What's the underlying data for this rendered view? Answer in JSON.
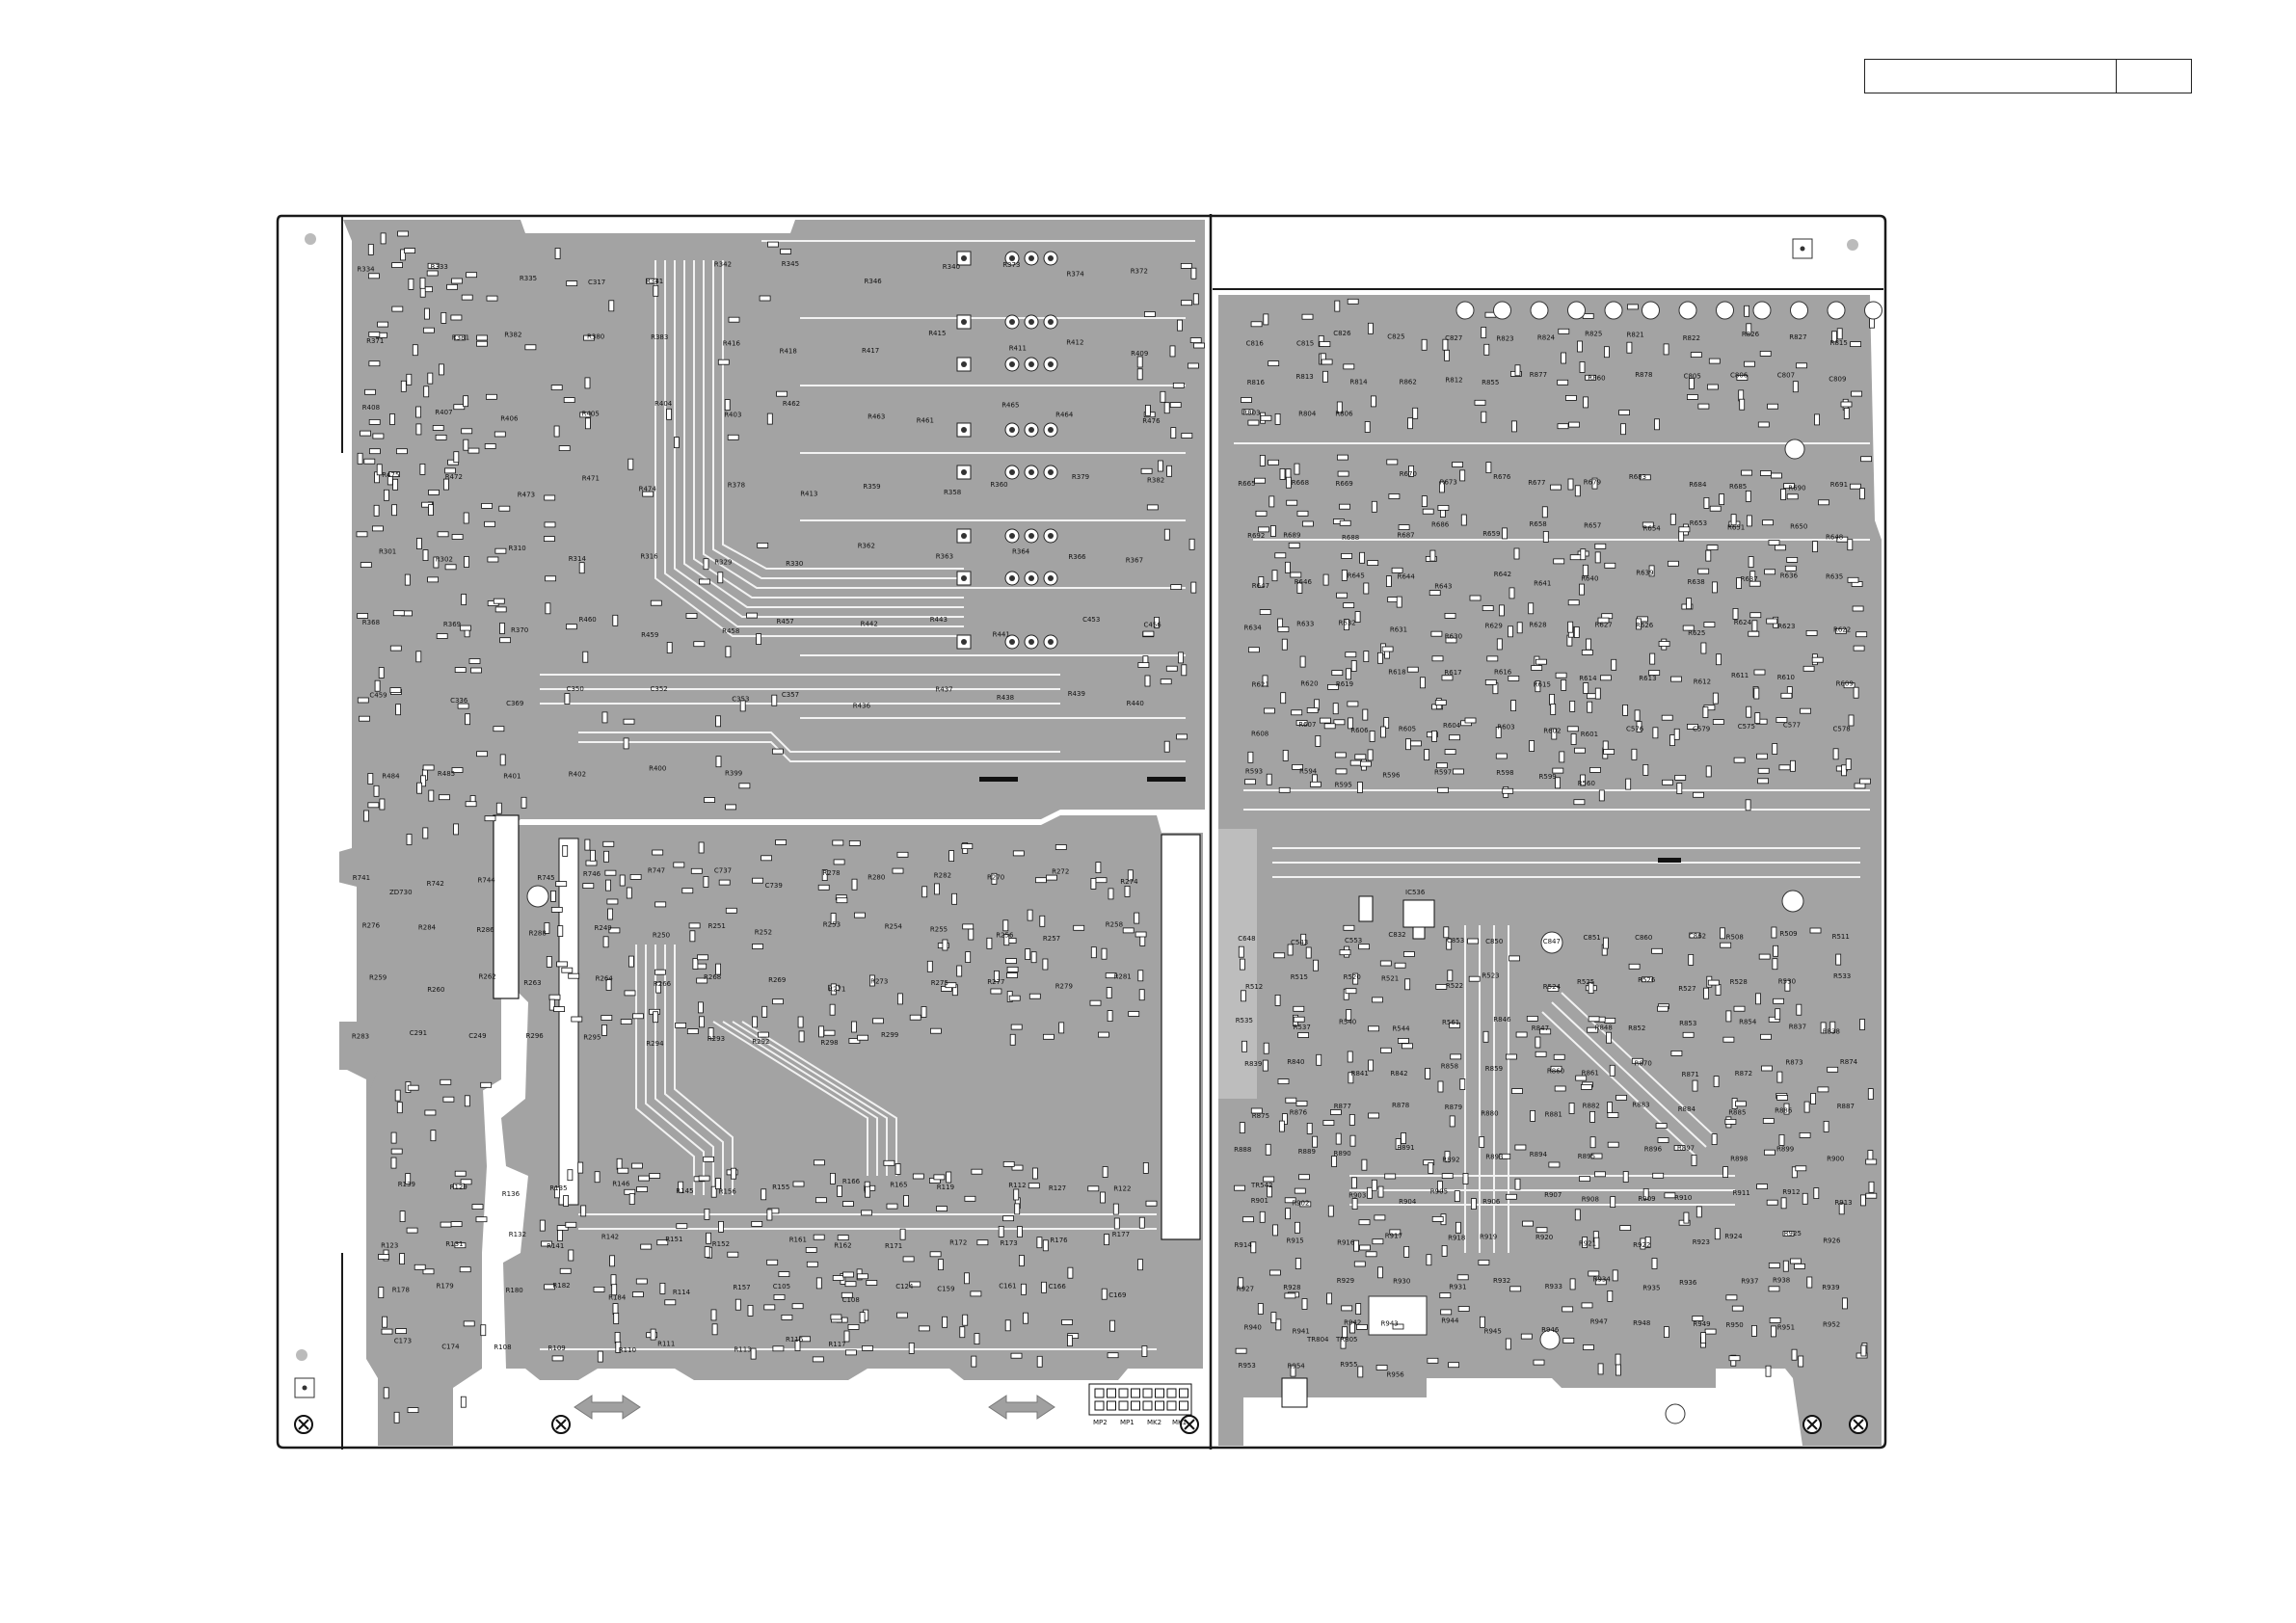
{
  "title_box": {
    "left_cell": "",
    "right_cell": ""
  },
  "colors": {
    "board": "#a3a3a3",
    "copper_trace": "#f2f2f2",
    "outline": "#1a1a1a",
    "background": "#ffffff"
  },
  "icons": {
    "mount_hole": "crossed-circle-icon",
    "direction_arrow": "double-arrow-icon",
    "fiducial": "square-dot-icon"
  },
  "labels": {
    "ics": [
      "IC536",
      "ZD730",
      "TR542",
      "TR804",
      "TR805",
      "TR503",
      "TR502",
      "TR501",
      "TR803"
    ],
    "connectors": [
      "MP2",
      "MP1",
      "MK2",
      "MK1"
    ],
    "top_left": [
      "R334",
      "R333",
      "R335",
      "C317",
      "R341",
      "R342",
      "R345",
      "R346",
      "R340",
      "R373",
      "R374",
      "R372",
      "R371",
      "R381",
      "R382",
      "R380",
      "R383",
      "R416",
      "R418",
      "R417",
      "R415",
      "R411",
      "R412",
      "R409",
      "R408",
      "R407",
      "R406",
      "R405",
      "R404",
      "R403",
      "R462",
      "R463",
      "R461",
      "R465",
      "R464",
      "R476",
      "R475",
      "R472",
      "R473",
      "R471",
      "R474",
      "R378",
      "R413",
      "R359",
      "R358",
      "R360",
      "R379",
      "R382",
      "R301",
      "R302",
      "R310",
      "R314",
      "R316",
      "R329",
      "R330",
      "R362",
      "R363",
      "R364",
      "R366",
      "R367",
      "R368",
      "R369",
      "R370",
      "R460",
      "R459",
      "R458",
      "R457",
      "R442",
      "R443",
      "R441",
      "C453",
      "C456",
      "C459",
      "C336",
      "C369",
      "C350",
      "C352",
      "C353",
      "C357",
      "R436",
      "R437",
      "R438",
      "R439",
      "R440",
      "R484",
      "R485",
      "R401",
      "R402",
      "R400",
      "R399"
    ],
    "mid_left": [
      "R741",
      "R742",
      "R744",
      "R745",
      "R746",
      "R747",
      "C737",
      "C739",
      "R278",
      "R280",
      "R282",
      "R270",
      "R272",
      "R274",
      "R276",
      "R284",
      "R286",
      "R288",
      "R249",
      "R250",
      "R251",
      "R252",
      "R253",
      "R254",
      "R255",
      "R256",
      "R257",
      "R258",
      "R259",
      "R260",
      "R262",
      "R263",
      "R264",
      "R266",
      "R268",
      "R269",
      "R271",
      "R273",
      "R275",
      "R277",
      "R279",
      "R281",
      "R283",
      "C291",
      "C249",
      "R296",
      "R295",
      "R294",
      "R293",
      "R292",
      "R298",
      "R299"
    ],
    "bottom_left": [
      "R139",
      "R129",
      "R136",
      "R135",
      "R146",
      "R145",
      "R156",
      "R155",
      "R166",
      "R165",
      "R119",
      "R112",
      "R127",
      "R122",
      "R123",
      "R131",
      "R132",
      "R141",
      "R142",
      "R151",
      "R152",
      "R161",
      "R162",
      "R171",
      "R172",
      "R173",
      "R176",
      "R177",
      "R178",
      "R179",
      "R180",
      "R182",
      "R184",
      "R114",
      "R157",
      "C105",
      "C108",
      "C124",
      "C159",
      "C161",
      "C166",
      "C169",
      "C173",
      "C174",
      "R108",
      "R109",
      "R110",
      "R111",
      "R113",
      "R116",
      "R117"
    ],
    "right_top": [
      "C816",
      "C815",
      "C826",
      "C825",
      "C827",
      "R823",
      "R824",
      "R825",
      "R821",
      "R822",
      "R826",
      "R827",
      "R815",
      "R816",
      "R813",
      "R814",
      "R862",
      "R812",
      "R855",
      "R877",
      "R860",
      "R878",
      "C805",
      "C806",
      "C807",
      "C809",
      "R803",
      "R804",
      "R806"
    ],
    "right_middle": [
      "R665",
      "R668",
      "R669",
      "R670",
      "R673",
      "R676",
      "R677",
      "R679",
      "R683",
      "R684",
      "R685",
      "R690",
      "R691",
      "R692",
      "R689",
      "R688",
      "R687",
      "R686",
      "R659",
      "R658",
      "R657",
      "R654",
      "R653",
      "R651",
      "R650",
      "R648",
      "R647",
      "R646",
      "R645",
      "R644",
      "R643",
      "R642",
      "R641",
      "R640",
      "R639",
      "R638",
      "R637",
      "R636",
      "R635",
      "R634",
      "R633",
      "R632",
      "R631",
      "R630",
      "R629",
      "R628",
      "R627",
      "R626",
      "R625",
      "R624",
      "R623",
      "R622",
      "R621",
      "R620",
      "R619",
      "R618",
      "R617",
      "R616",
      "R615",
      "R614",
      "R613",
      "R612",
      "R611",
      "R610",
      "R609",
      "R608",
      "R607",
      "R606",
      "R605",
      "R604",
      "R603",
      "R602",
      "R601",
      "C576",
      "C579",
      "C575",
      "C577",
      "C578",
      "R593",
      "R594",
      "R595",
      "R596",
      "R597",
      "R598",
      "R599",
      "R560"
    ],
    "right_bottom": [
      "C648",
      "C543",
      "C553",
      "C832",
      "C853",
      "C850",
      "C847",
      "C851",
      "C860",
      "C862",
      "R508",
      "R509",
      "R511",
      "R512",
      "R515",
      "R520",
      "R521",
      "R522",
      "R523",
      "R524",
      "R525",
      "R526",
      "R527",
      "R528",
      "R530",
      "R533",
      "R535",
      "R537",
      "R540",
      "R544",
      "R561",
      "R846",
      "R847",
      "R848",
      "R852",
      "R853",
      "R854",
      "R837",
      "R838",
      "R839",
      "R840",
      "R841",
      "R842",
      "R858",
      "R859",
      "R860",
      "R861",
      "R870",
      "R871",
      "R872",
      "R873",
      "R874",
      "R875",
      "R876",
      "R877",
      "R878",
      "R879",
      "R880",
      "R881",
      "R882",
      "R883",
      "R884",
      "R885",
      "R886",
      "R887",
      "R888",
      "R889",
      "R890",
      "R891",
      "R892",
      "R893",
      "R894",
      "R895",
      "R896",
      "R897",
      "R898",
      "R899",
      "R900",
      "R901",
      "R902",
      "R903",
      "R904",
      "R905",
      "R906",
      "R907",
      "R908",
      "R909",
      "R910",
      "R911",
      "R912",
      "R913",
      "R914",
      "R915",
      "R916",
      "R917",
      "R918",
      "R919",
      "R920",
      "R921",
      "R922",
      "R923",
      "R924",
      "R925",
      "R926",
      "R927",
      "R928",
      "R929",
      "R930",
      "R931",
      "R932",
      "R933",
      "R934",
      "R935",
      "R936",
      "R937",
      "R938",
      "R939",
      "R940",
      "R941",
      "R942",
      "R943",
      "R944",
      "R945",
      "R946",
      "R947",
      "R948",
      "R949",
      "R950",
      "R951",
      "R952",
      "R953",
      "R954",
      "R955",
      "R956"
    ]
  }
}
